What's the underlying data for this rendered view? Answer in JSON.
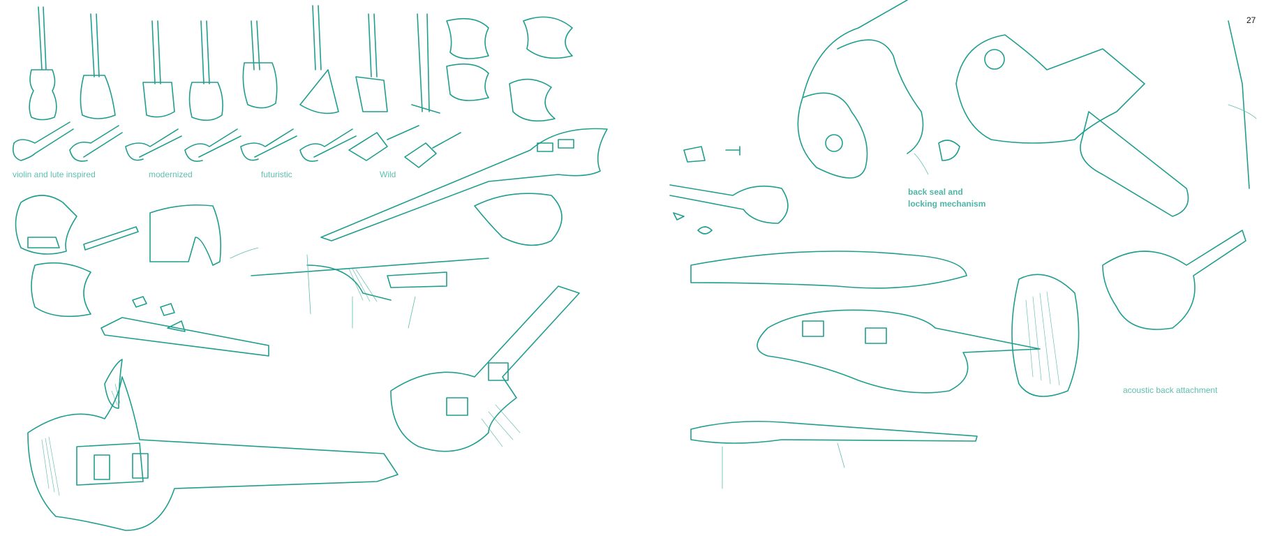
{
  "page": {
    "number": "27",
    "accent_color": "#1f9e8e",
    "label_color": "#5dbfb0"
  },
  "labels": {
    "violin": "violin and lute inspired",
    "modernized": "modernized",
    "futuristic": "futuristic",
    "wild": "Wild",
    "back_seal_line1": "back seal and",
    "back_seal_line2": "locking mechanism",
    "acoustic": "acoustic back attachment"
  }
}
